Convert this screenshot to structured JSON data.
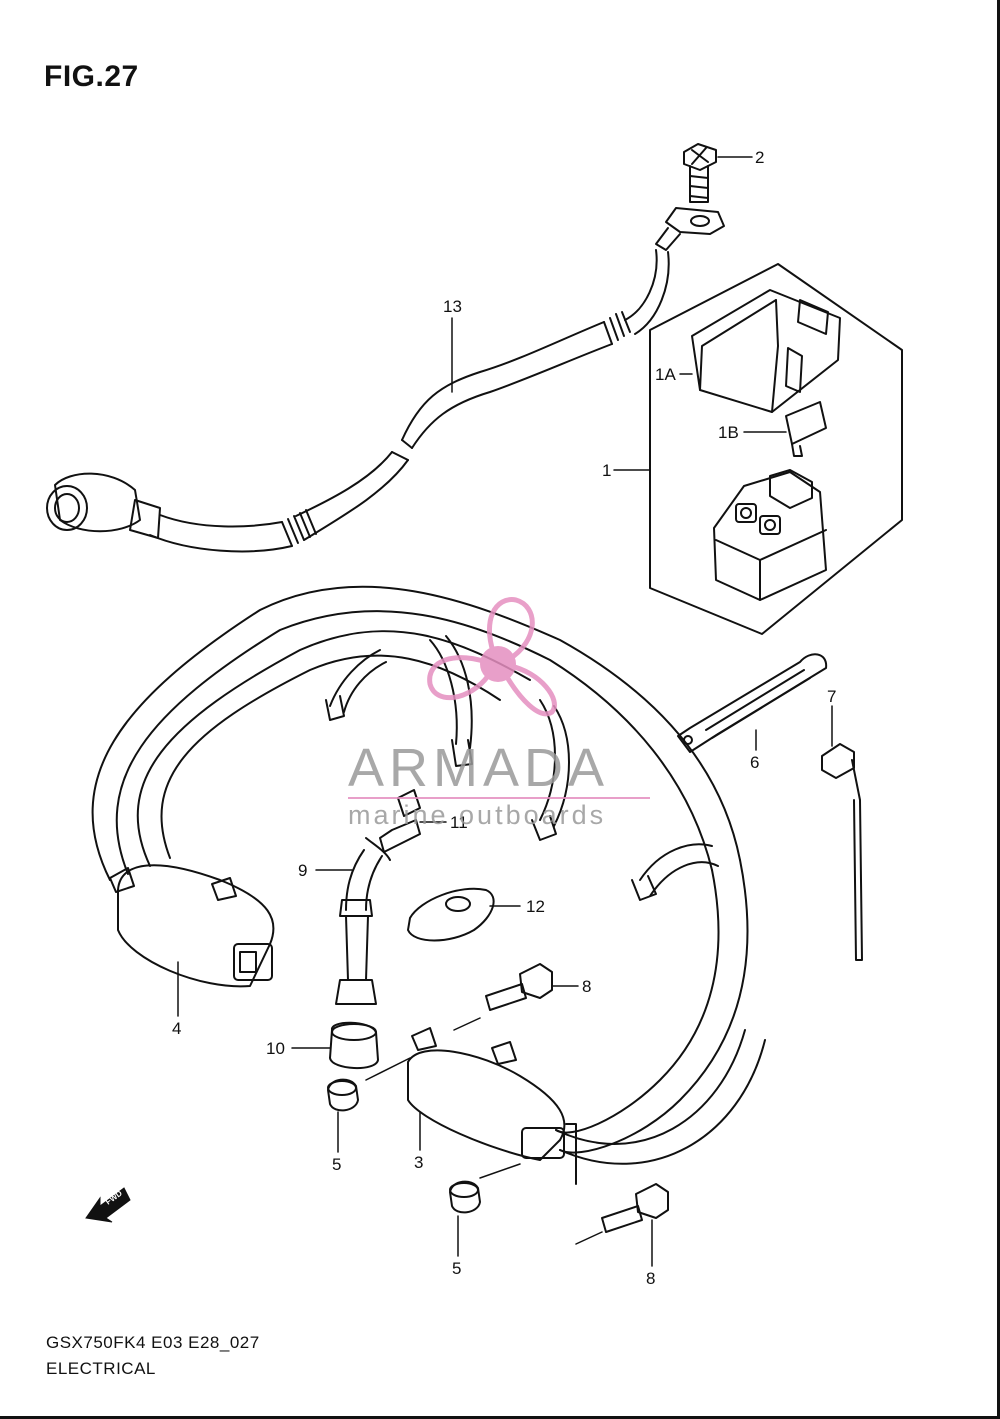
{
  "figure": {
    "title": "FIG.27"
  },
  "callouts": [
    {
      "id": "2",
      "label": "2"
    },
    {
      "id": "13",
      "label": "13"
    },
    {
      "id": "1A",
      "label": "1A"
    },
    {
      "id": "1B",
      "label": "1B"
    },
    {
      "id": "1",
      "label": "1"
    },
    {
      "id": "6",
      "label": "6"
    },
    {
      "id": "7",
      "label": "7"
    },
    {
      "id": "11",
      "label": "11"
    },
    {
      "id": "9",
      "label": "9"
    },
    {
      "id": "12",
      "label": "12"
    },
    {
      "id": "8a",
      "label": "8"
    },
    {
      "id": "4",
      "label": "4"
    },
    {
      "id": "10",
      "label": "10"
    },
    {
      "id": "5a",
      "label": "5"
    },
    {
      "id": "3",
      "label": "3"
    },
    {
      "id": "5b",
      "label": "5"
    },
    {
      "id": "8b",
      "label": "8"
    }
  ],
  "fwd_label": "FWD",
  "watermark": {
    "brand": "ARMADA",
    "tagline": "marine outboards",
    "color": "#e58fc0"
  },
  "footer": {
    "code": "GSX750FK4 E03 E28_027",
    "section": "ELECTRICAL"
  }
}
